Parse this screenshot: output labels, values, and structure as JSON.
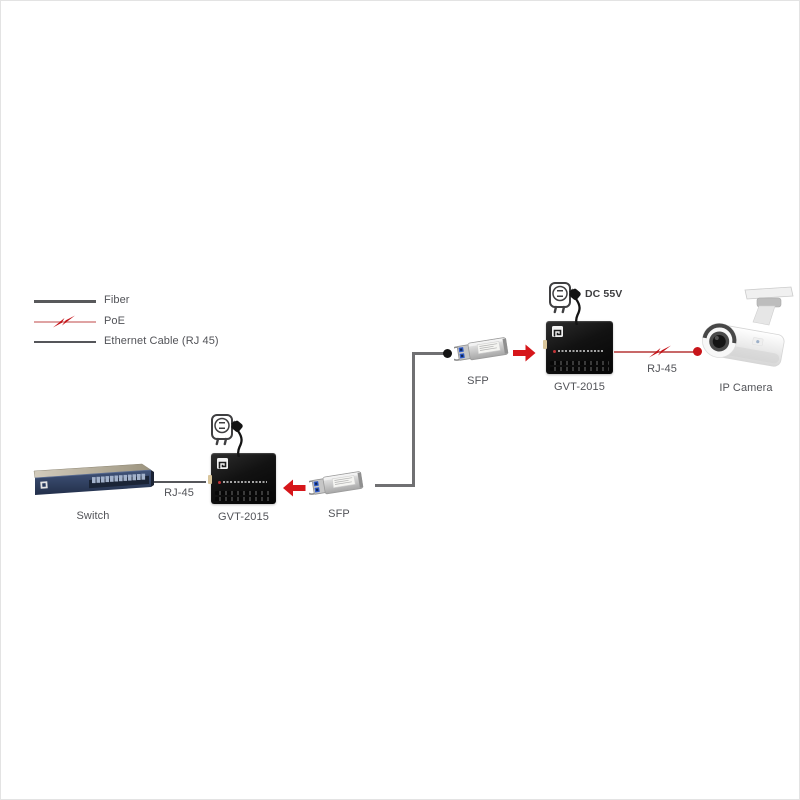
{
  "legend": {
    "items": [
      {
        "id": "fiber",
        "label": "Fiber"
      },
      {
        "id": "poe",
        "label": "PoE"
      },
      {
        "id": "ethernet",
        "label": "Ethernet Cable (RJ 45)"
      }
    ]
  },
  "devices": {
    "switch": {
      "label": "Switch"
    },
    "gvt_left": {
      "label": "GVT-2015"
    },
    "sfp_left": {
      "label": "SFP"
    },
    "sfp_right": {
      "label": "SFP"
    },
    "gvt_right": {
      "label": "GVT-2015",
      "power_label": "DC 55V"
    },
    "ip_camera": {
      "label": "IP Camera"
    }
  },
  "links": {
    "switch_to_gvt_left": {
      "label": "RJ-45",
      "type": "ethernet"
    },
    "gvt_left_to_sfp_left": {
      "type": "arrow"
    },
    "sfp_left_to_sfp_right": {
      "type": "fiber"
    },
    "sfp_right_to_gvt_right": {
      "type": "arrow"
    },
    "gvt_right_to_camera": {
      "label": "RJ-45",
      "type": "poe"
    }
  },
  "colors": {
    "fiber": "#707072",
    "ethernet": "#55565a",
    "poe_line": "#c86868",
    "poe_legend_line": "#dfa3a3",
    "bolt": "#c41318",
    "arrow": "#d6161a",
    "label_text": "#525358"
  }
}
